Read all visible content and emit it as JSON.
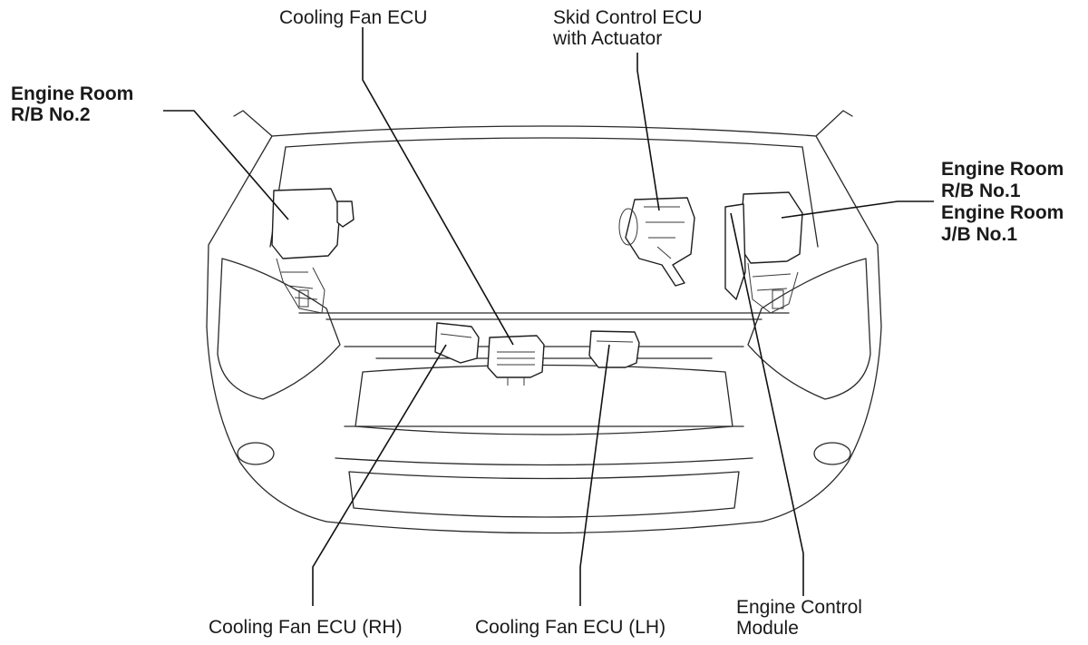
{
  "labels": {
    "cooling_fan_ecu": "Cooling Fan ECU",
    "skid_control_ecu": [
      "Skid Control ECU",
      "with Actuator"
    ],
    "engine_room_rb2": [
      "Engine Room",
      "R/B No.2"
    ],
    "engine_room_rb1_jb1": [
      "Engine Room",
      "R/B No.1",
      "Engine Room",
      "J/B No.1"
    ],
    "cooling_fan_ecu_rh": "Cooling Fan ECU (RH)",
    "cooling_fan_ecu_lh": "Cooling Fan ECU (LH)",
    "engine_control_module": [
      "Engine Control",
      "Module"
    ]
  }
}
